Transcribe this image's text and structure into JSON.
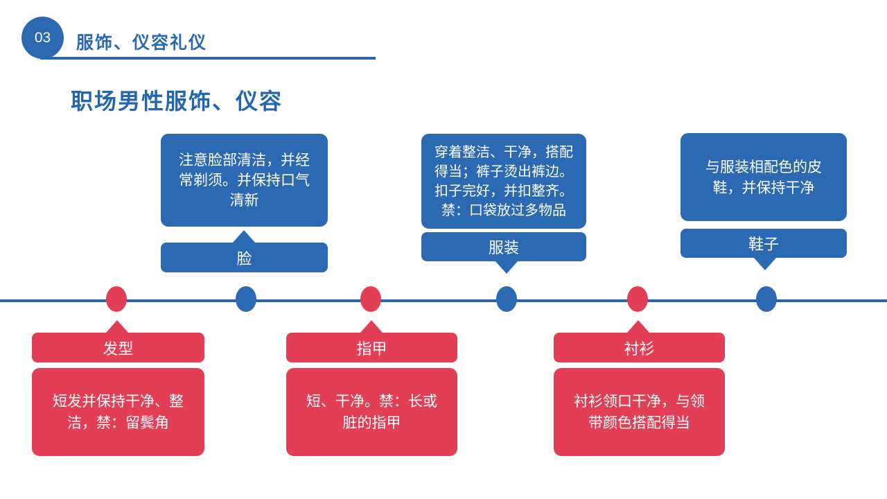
{
  "header": {
    "section_number": "03",
    "section_title": "服饰、仪容礼仪",
    "slide_title": "职场男性服饰、仪容"
  },
  "colors": {
    "primary_blue": "#2B6AB3",
    "accent_red": "#E23E56",
    "timeline_line_blue": "#2F64A4",
    "box_text": "#FFFFFF",
    "background": "#FFFFFF"
  },
  "timeline": {
    "dot_colors": [
      "red",
      "blue",
      "red",
      "blue",
      "red",
      "blue"
    ],
    "top_groups": [
      {
        "label": "脸",
        "description": "注意脸部清洁，并经常剃须。并保持口气清新"
      },
      {
        "label": "服装",
        "description": "穿着整洁、干净，搭配得当；裤子烫出裤边。扣子完好，并扣整齐。禁：口袋放过多物品"
      },
      {
        "label": "鞋子",
        "description": "与服装相配色的皮鞋，并保持干净"
      }
    ],
    "bottom_groups": [
      {
        "label": "发型",
        "description": "短发并保持干净、整洁，禁：留鬓角"
      },
      {
        "label": "指甲",
        "description": "短、干净。禁：长或脏的指甲"
      },
      {
        "label": "衬衫",
        "description": "衬衫领口干净，与领带颜色搭配得当"
      }
    ]
  }
}
